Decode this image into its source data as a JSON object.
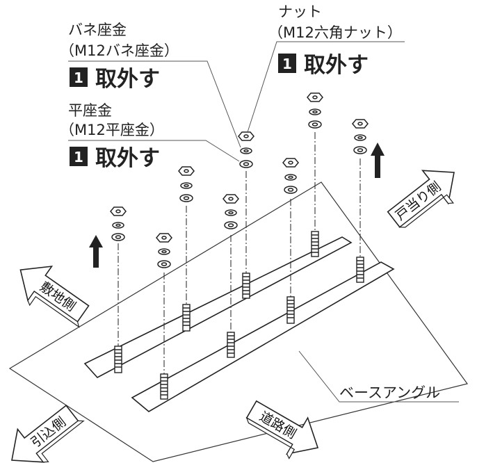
{
  "labels": {
    "spring_washer": "バネ座金",
    "spring_washer_spec": "（M12バネ座金）",
    "flat_washer": "平座金",
    "flat_washer_spec": "（M12平座金）",
    "nut": "ナット",
    "nut_spec": "（M12六角ナット）",
    "remove_step": "1",
    "remove_text": "取外す",
    "base_angle": "ベースアングル"
  },
  "direction_arrows": {
    "door_stop_side": "戸当り側",
    "site_side": "敷地側",
    "pull_in_side": "引込側",
    "road_side": "道路側"
  },
  "colors": {
    "line": "#222222",
    "step_box": "#222222"
  }
}
